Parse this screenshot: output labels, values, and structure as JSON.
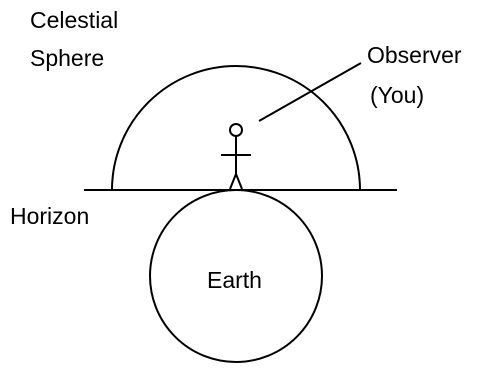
{
  "labels": {
    "celestial_line1": "Celestial",
    "celestial_line2": "Sphere",
    "observer_line1": "Observer",
    "observer_line2": "(You)",
    "horizon": "Horizon",
    "earth": "Earth"
  },
  "colors": {
    "line": "#000000",
    "background": "#ffffff"
  }
}
